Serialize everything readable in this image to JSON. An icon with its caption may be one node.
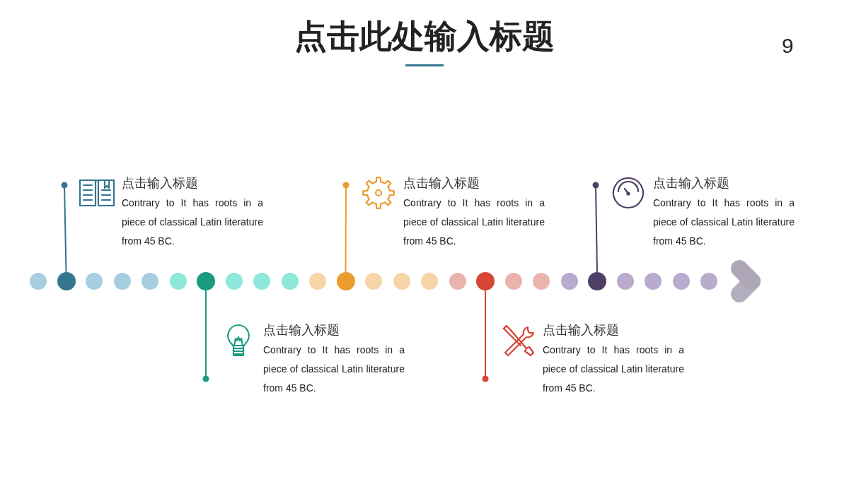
{
  "diagram": {
    "title": "点击此处输入标题",
    "nodes": [
      {
        "text": [
          "点击输入标题",
          "Contrary to It has roots in a piece of classical Latin literature from 45 BC."
        ]
      },
      {
        "text": [
          "点击输入标题",
          "Contrary to It has roots in a piece of classical Latin literature from 45 BC."
        ]
      },
      {
        "text": [
          "点击输入标题",
          "Contrary to It has roots in a piece of classical Latin literature from 45 BC."
        ]
      },
      {
        "text": [
          "点击输入标题",
          "Contrary to It has roots in a piece of classical Latin literature from 45 BC."
        ]
      },
      {
        "text": [
          "点击输入标题",
          "Contrary to It has roots in a piece of classical Latin literature from 45 BC."
        ]
      },
      {
        "text": [],
        "shape": "circle"
      },
      {
        "text": [],
        "shape": "circle"
      },
      {
        "text": [],
        "shape": "circle"
      },
      {
        "text": [],
        "shape": "circle"
      },
      {
        "text": [],
        "shape": "circle"
      },
      {
        "text": [],
        "shape": "circle"
      },
      {
        "text": [],
        "shape": "circle"
      },
      {
        "text": [],
        "shape": "circle"
      },
      {
        "text": [],
        "shape": "circle"
      },
      {
        "text": [],
        "shape": "circle"
      },
      {
        "text": [],
        "shape": "circle"
      },
      {
        "text": [],
        "shape": "circle"
      },
      {
        "text": [],
        "shape": "circle"
      },
      {
        "text": [],
        "shape": "circle"
      },
      {
        "text": [],
        "shape": "circle"
      },
      {
        "text": [],
        "shape": "circle"
      },
      {
        "text": [],
        "shape": "circle"
      },
      {
        "text": [],
        "shape": "circle"
      },
      {
        "text": [],
        "shape": "circle"
      },
      {
        "text": [],
        "shape": "circle"
      },
      {
        "text": [],
        "shape": "circle"
      },
      {
        "text": [],
        "shape": "circle"
      },
      {
        "text": [],
        "shape": "circle"
      },
      {
        "text": [],
        "shape": "circle"
      },
      {
        "text": [],
        "shape": "circle"
      }
    ],
    "edges": [
      {
        "from": 6,
        "to": 0,
        "arrow": "other",
        "color": "#36758f"
      },
      {
        "from": 11,
        "to": 1,
        "arrow": "other",
        "color": "#1a9c80"
      },
      {
        "from": 16,
        "to": 2,
        "arrow": "other",
        "color": "#eb9c2d"
      },
      {
        "from": 21,
        "to": 3,
        "arrow": "other",
        "color": "#d64535"
      },
      {
        "from": 25,
        "to": 4,
        "arrow": "other",
        "color": "#4f3f66"
      }
    ],
    "labels": [
      "9"
    ]
  }
}
